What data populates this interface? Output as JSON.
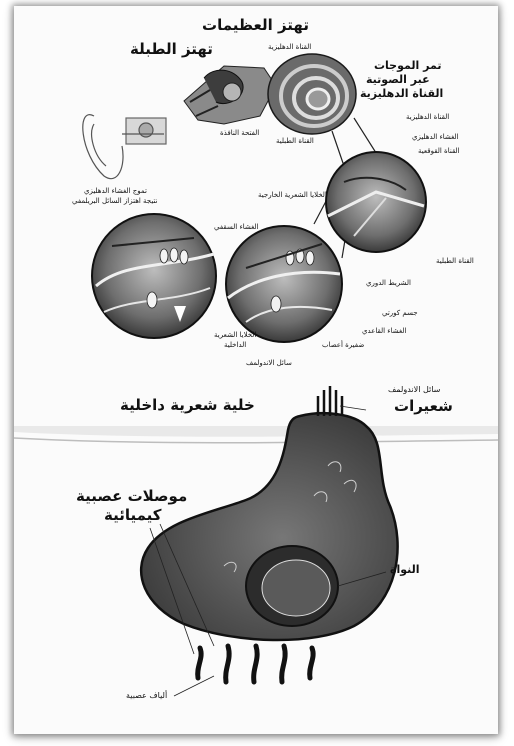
{
  "top_diagram": {
    "title": "تهتز العظيمات",
    "eardrum": "تهتز الطبلة",
    "waves_line1": "تمر الموجات",
    "waves_line2": "عبر الصوتية",
    "waves_line3": "القناة الدهليزية",
    "vestibular_canal_a": "القناة الدهليزية",
    "oval_window": "الفتحة النافذة",
    "tympanic_canal_a": "القناة الطبلية",
    "vestibular_canal_b": "القناة الدهليزية",
    "vestibular_membrane": "الغشاء الدهليزي",
    "cochlear_duct": "القناة القوقعية",
    "tympanic_canal_b": "القناة الطبلية",
    "spiral_ligament": "الشريط الدوري",
    "organ_corti": "جسم كورتي",
    "basilar_membrane": "الغشاء القاعدي",
    "nerve_fiber": "ضفيرة أعصاب",
    "endolymph_a": "سائل الاندولمف",
    "inner_hair_line1": "الخلايا الشعرية",
    "inner_hair_line2": "الداخلية",
    "tectorial": "الغشاء السقفي",
    "outer_hair": "الخلايا الشعرية الخارجية",
    "wave_note_line1": "تموج الغشاء الدهليزي",
    "wave_note_line2": "نتيجة اهتزاز السائل البريلمفي"
  },
  "bottom_diagram": {
    "title": "خلية شعرية داخلية",
    "endolymph": "سائل الاندولمف",
    "hairs": "شعيرات",
    "synapses_line1": "موصلات عصبية",
    "synapses_line2": "كيميائية",
    "nucleus": "النواة",
    "nerve_fibers": "ألياف عصبية"
  }
}
